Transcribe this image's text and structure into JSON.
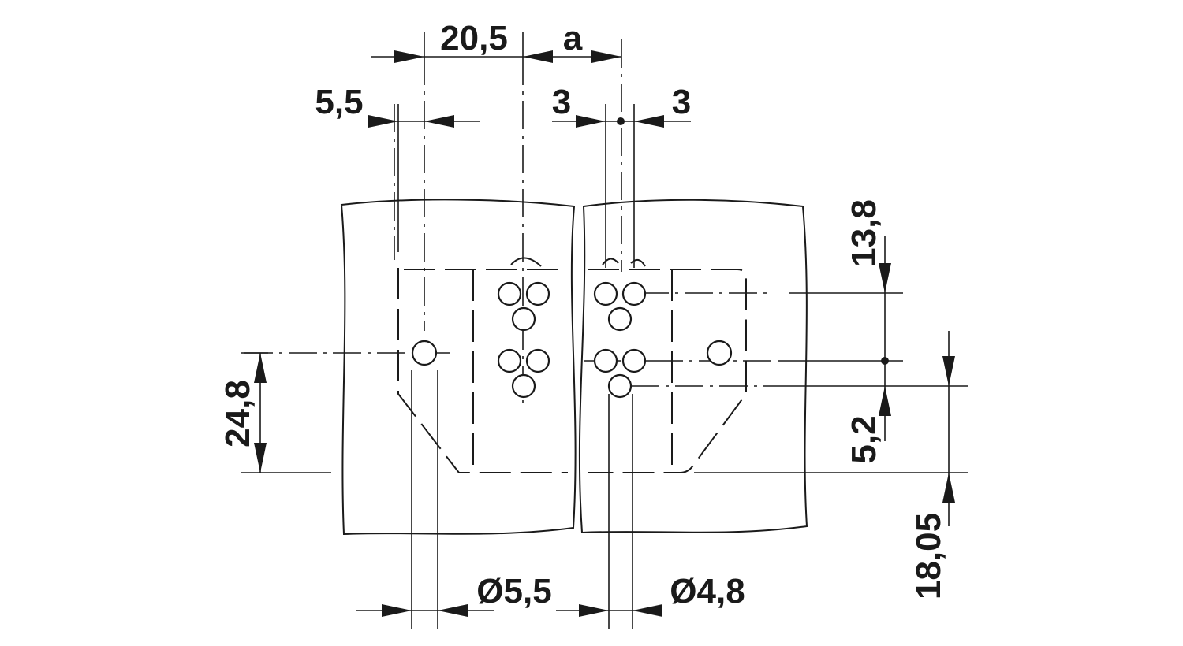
{
  "drawing": {
    "dimensions": {
      "pitch_20_5": "20,5",
      "pitch_a": "a",
      "offset_5_5": "5,5",
      "offset_3_left": "3",
      "offset_3_right": "3",
      "height_13_8": "13,8",
      "height_5_2": "5,2",
      "height_18_05": "18,05",
      "height_24_8": "24,8",
      "dia_5_5": "Ø5,5",
      "dia_4_8": "Ø4,8"
    },
    "line_color": "#1a1a1a",
    "background": "#ffffff"
  }
}
